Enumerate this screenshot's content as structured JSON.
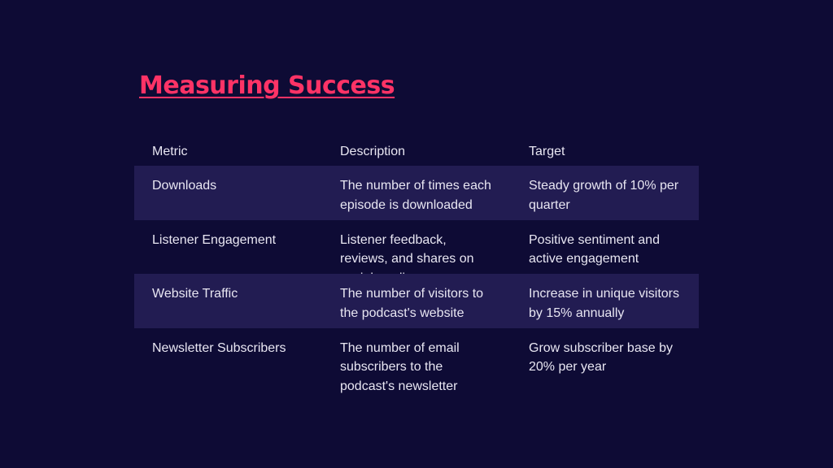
{
  "slide": {
    "title": "Measuring Success"
  },
  "table": {
    "headers": [
      "Metric",
      "Description",
      "Target"
    ],
    "rows": [
      {
        "metric": "Downloads",
        "description": "The number of times each episode is downloaded",
        "target": "Steady growth of 10% per quarter"
      },
      {
        "metric": "Listener Engagement",
        "description": "Listener feedback, reviews, and shares on social media",
        "target": "Positive sentiment and active engagement"
      },
      {
        "metric": "Website Traffic",
        "description": "The number of visitors to the podcast's website",
        "target": "Increase in unique visitors by 15% annually"
      },
      {
        "metric": "Newsletter Subscribers",
        "description": "The number of email subscribers to the podcast's newsletter",
        "target": "Grow subscriber base by 20% per year"
      }
    ]
  },
  "colors": {
    "background": "#0e0b35",
    "title": "#ff3366",
    "row_shade": "#221c52",
    "text": "#e8e6f2"
  }
}
